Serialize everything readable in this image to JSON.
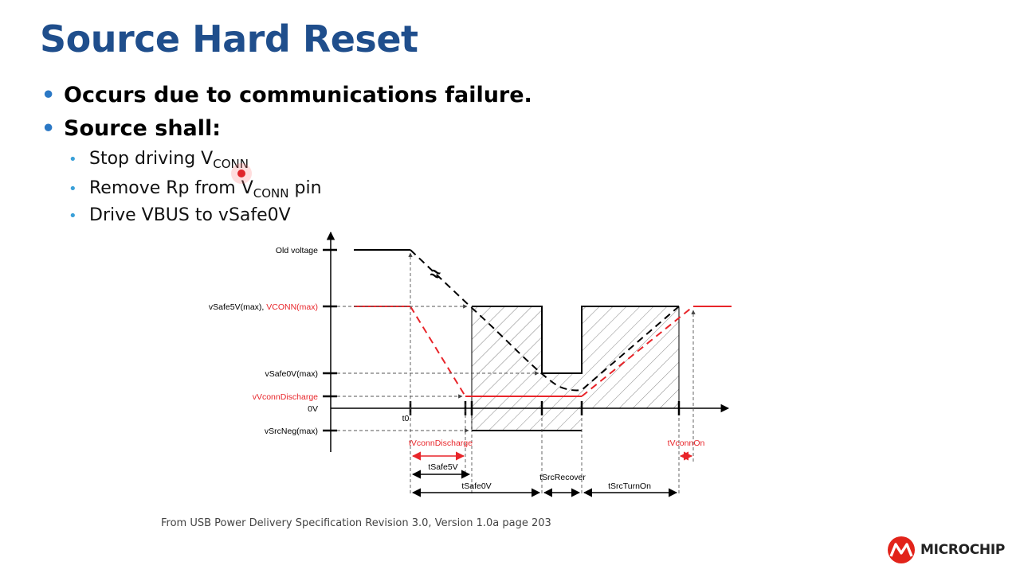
{
  "slide": {
    "title": "Source Hard Reset",
    "bullets": [
      "Occurs due to communications failure.",
      "Source shall:"
    ],
    "sub_bullets": [
      {
        "text": "Stop driving V",
        "sub": "CONN",
        "after": ""
      },
      {
        "text": "Remove Rp from V",
        "sub": "CONN",
        "after": " pin"
      },
      {
        "text": "Drive VBUS to vSafe0V",
        "sub": "",
        "after": ""
      }
    ],
    "bullet_glyph": "•",
    "footer": "From USB Power Delivery Specification Revision 3.0, Version 1.0a page 203",
    "logo_text": "MICROCHIP",
    "logo_icon": "microchip-logo-icon",
    "colors": {
      "title": "#1f4e8c",
      "bullet": "#2b78c5",
      "sub_bullet": "#3aa0d8",
      "vconn": "#e8252a",
      "logo": "#e2231a"
    }
  },
  "diagram": {
    "y_labels": {
      "old_voltage": "Old voltage",
      "vsafe5v_prefix": "vSafe5V(max), ",
      "vconn_max": "VCONN(max)",
      "vsafe0v": "vSafe0V(max)",
      "vvconn_discharge": "vVconnDischarge",
      "zero": "0V",
      "vsrcneg": "vSrcNeg(max)"
    },
    "time_labels": {
      "t0": "t0",
      "tvconn_discharge": "tVconnDischarge",
      "tsafe5v": "tSafe5V",
      "tsafe0v": "tSafe0V",
      "tsrc_recover": "tSrcRecover",
      "tsrc_turnon": "tSrcTurnOn",
      "tvconn_on": "tVconnOn"
    },
    "approx_symbol": "≈"
  }
}
